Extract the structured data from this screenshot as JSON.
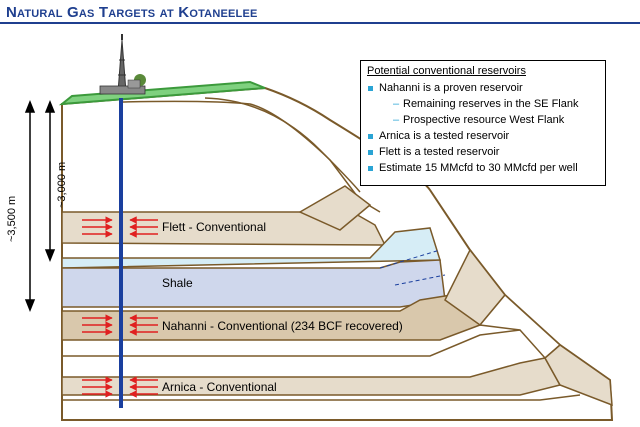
{
  "title": "Natural Gas Targets at Kotaneelee",
  "legend": {
    "title": "Potential conventional reservoirs",
    "items": [
      {
        "level": 1,
        "text": "Nahanni is a proven reservoir"
      },
      {
        "level": 2,
        "text": "Remaining reserves in the SE Flank"
      },
      {
        "level": 2,
        "text": "Prospective resource West Flank"
      },
      {
        "level": 1,
        "text": "Arnica is a tested reservoir"
      },
      {
        "level": 1,
        "text": "Flett is a tested reservoir"
      },
      {
        "level": 1,
        "text": "Estimate 15 MMcfd to 30 MMcfd per well"
      }
    ]
  },
  "layers": {
    "flett": "Flett - Conventional",
    "shale": "Shale",
    "nahanni": "Nahanni - Conventional (234 BCF recovered)",
    "arnica": "Arnica - Conventional"
  },
  "depths": {
    "outer": "~3,500 m",
    "inner": "~3,000 m"
  },
  "colors": {
    "title": "#1f3f8f",
    "outline": "#7a5a2a",
    "reservoir_fill": "#e6dccb",
    "shale_fill": "#cfd7ec",
    "shale_top_fill": "#d6edf6",
    "nahanni_fill": "#d9c8ac",
    "surface": "#3c9a3c",
    "wellbore": "#1a3f9e",
    "arrows": "#e02020",
    "bullet": "#2aa4d4"
  },
  "icons": {
    "rig": "drilling-rig-icon",
    "flow_arrows": "arrow-right-icon"
  }
}
